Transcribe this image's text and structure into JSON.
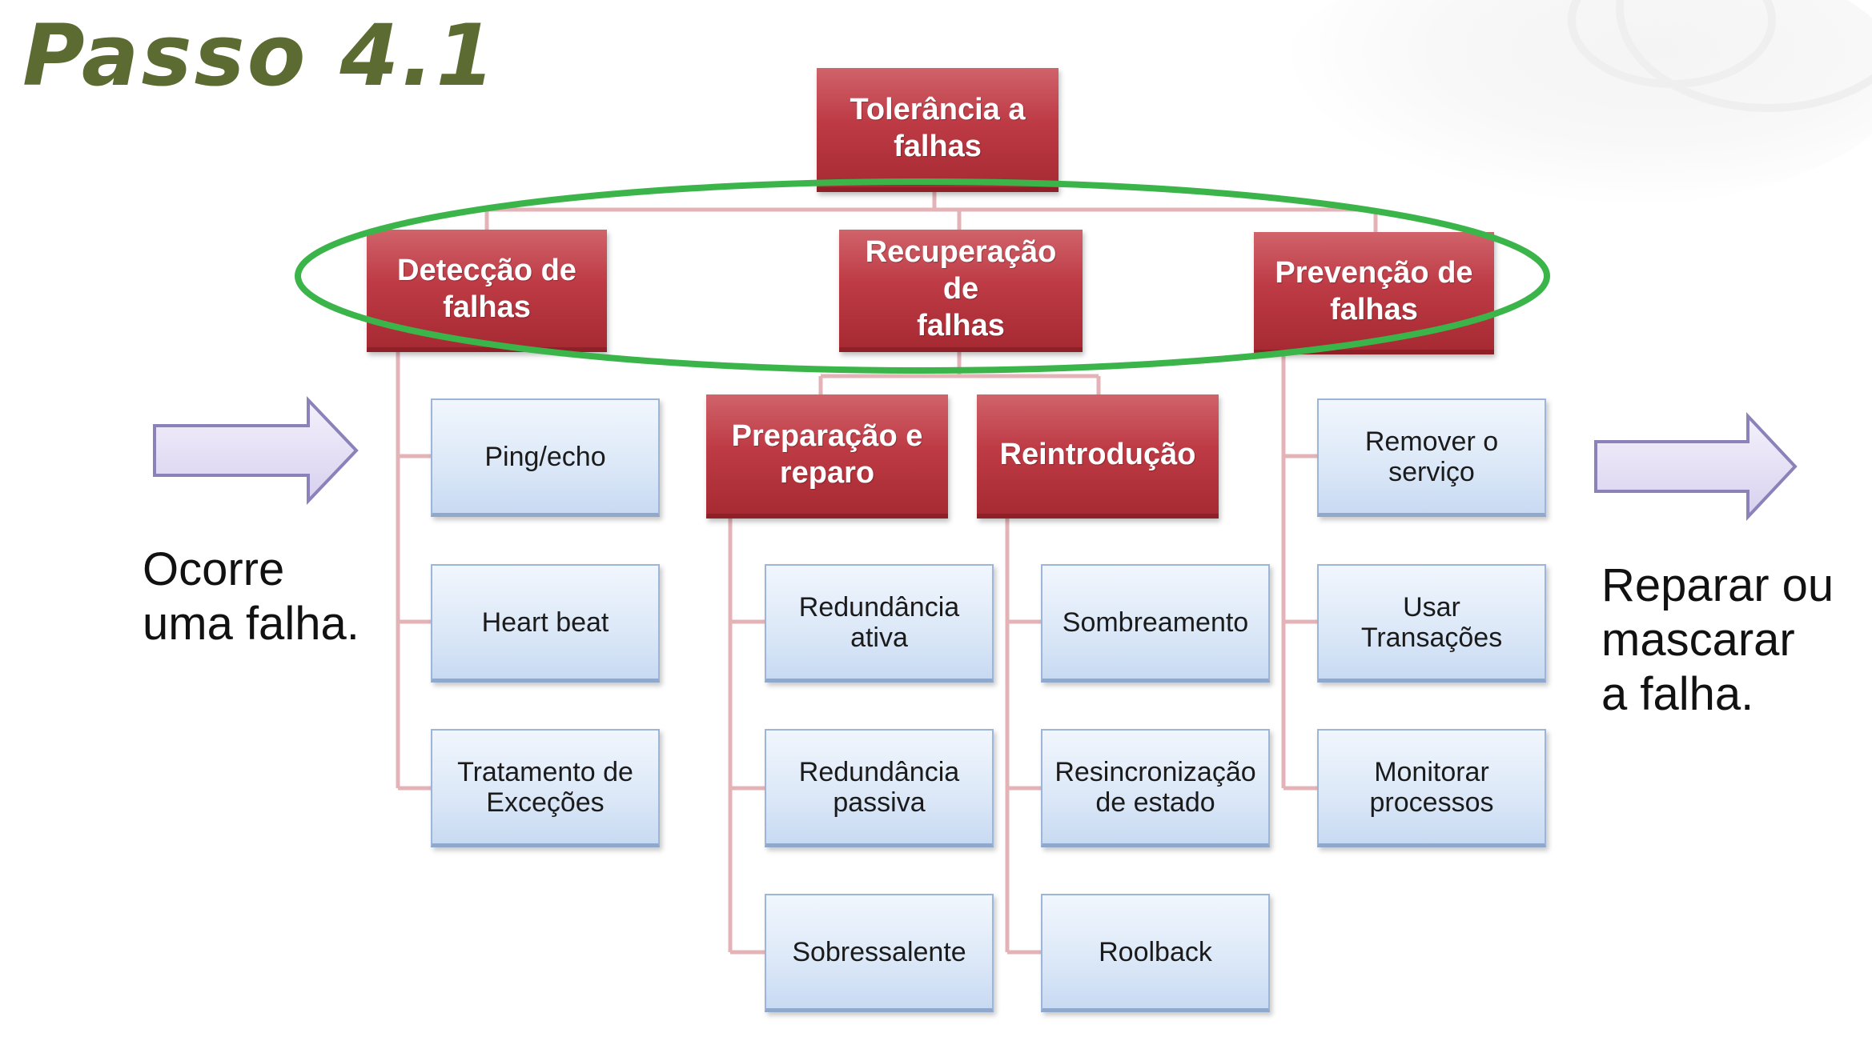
{
  "title": "Passo 4.1",
  "root": {
    "label": "Tolerância a\nfalhas"
  },
  "categories": {
    "detection": {
      "label": "Detecção de\nfalhas",
      "items": [
        "Ping/echo",
        "Heart beat",
        "Tratamento de\nExceções"
      ]
    },
    "recovery": {
      "label": "Recuperação\nde\nfalhas",
      "preparation": {
        "label": "Preparação e\nreparo",
        "items": [
          "Redundância\nativa",
          "Redundância\npassiva",
          "Sobressalente"
        ]
      },
      "reintroduction": {
        "label": "Reintrodução",
        "items": [
          "Sombreamento",
          "Resincronização\nde estado",
          "Roolback"
        ]
      }
    },
    "prevention": {
      "label": "Prevenção de\nfalhas",
      "items": [
        "Remover o\nserviço",
        "Usar\nTransações",
        "Monitorar\nprocessos"
      ]
    }
  },
  "left_text": "Ocorre\numa falha.",
  "right_text": "Reparar ou\nmascarar\na falha.",
  "colors": {
    "title": "#5c6b32",
    "red_box": "#be3b45",
    "blue_box": "#dde9f8",
    "connector": "#e4b3b8",
    "highlight_ellipse": "#3bb54a",
    "arrow_fill": "#e8e3f6",
    "arrow_stroke": "#8a82b8"
  }
}
